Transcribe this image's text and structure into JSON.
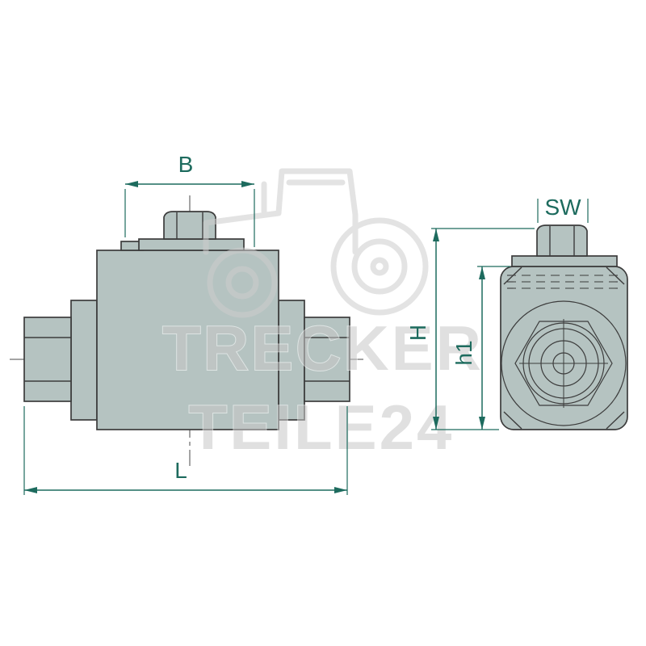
{
  "labels": {
    "width_top": "B",
    "length_bottom": "L",
    "height": "H",
    "height1": "h1",
    "wrench_size": "SW"
  },
  "watermark": {
    "line1": "TRECKER",
    "line2": "TEILE24",
    "icon": "tractor-icon"
  },
  "colors": {
    "background": "#ffffff",
    "dimension": "#1d6b5e",
    "outline": "#3c3c3c",
    "body_fill": "#b5c3c1",
    "centerline": "#4a4a4a",
    "watermark": "#cccccc"
  }
}
